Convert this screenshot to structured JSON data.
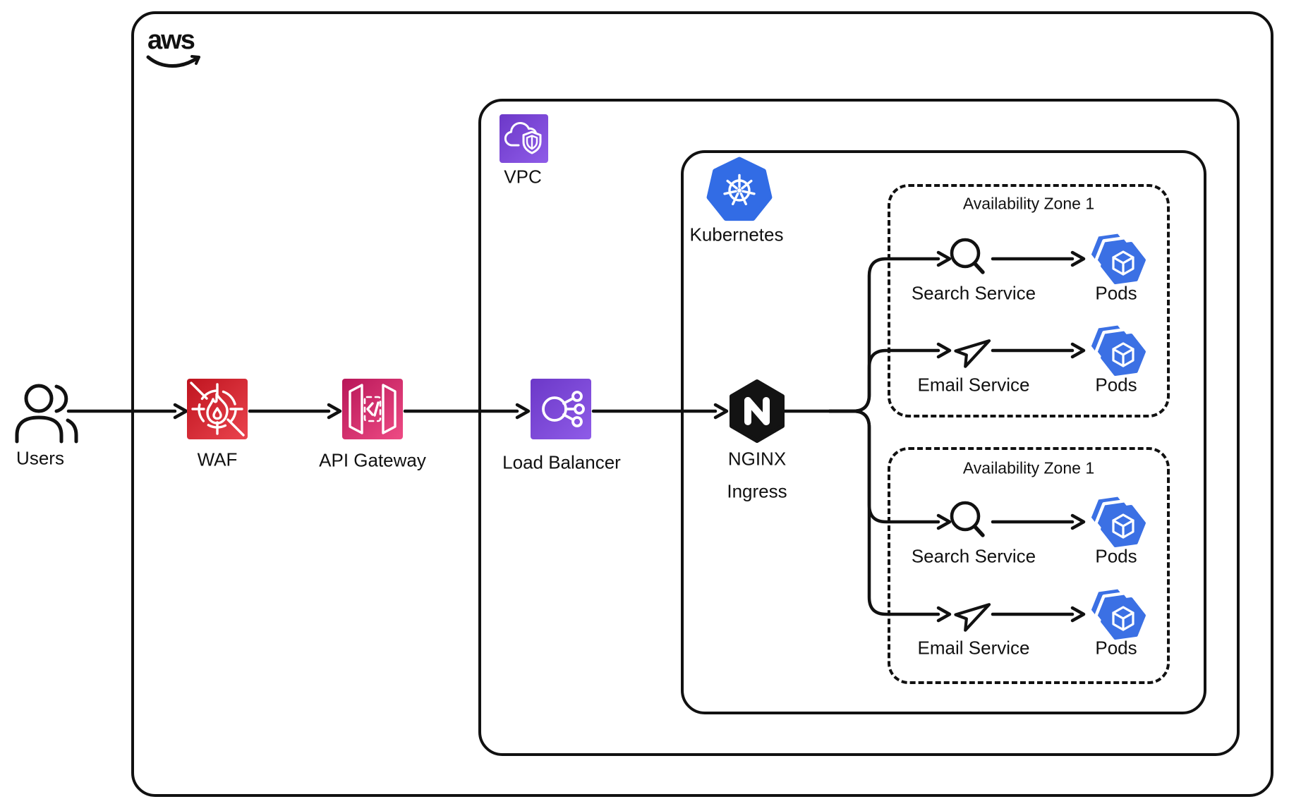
{
  "aws": {
    "logo_text": "aws"
  },
  "nodes": {
    "users": {
      "label": "Users"
    },
    "waf": {
      "label": "WAF"
    },
    "api_gateway": {
      "label": "API Gateway"
    },
    "load_balancer": {
      "label": "Load Balancer"
    },
    "nginx": {
      "label_line1": "NGINX",
      "label_line2": "Ingress"
    }
  },
  "containers": {
    "vpc": {
      "label": "VPC"
    },
    "kubernetes": {
      "label": "Kubernetes"
    }
  },
  "zones": [
    {
      "title": "Availability Zone 1",
      "rows": [
        {
          "service": "Search Service",
          "target": "Pods"
        },
        {
          "service": "Email Service",
          "target": "Pods"
        }
      ]
    },
    {
      "title": "Availability Zone 1",
      "rows": [
        {
          "service": "Search Service",
          "target": "Pods"
        },
        {
          "service": "Email Service",
          "target": "Pods"
        }
      ]
    }
  ],
  "colors": {
    "waf_gradient_start": "#bf141f",
    "waf_gradient_end": "#ea444e",
    "api_gateway_gradient_start": "#b81759",
    "api_gateway_gradient_end": "#ee4b84",
    "purple_gradient_start": "#6c38c8",
    "purple_gradient_end": "#8f5ce8",
    "kubernetes_blue": "#326ce5",
    "pods_blue": "#3b70e4",
    "nginx_black": "#131313",
    "line_black": "#111111"
  }
}
